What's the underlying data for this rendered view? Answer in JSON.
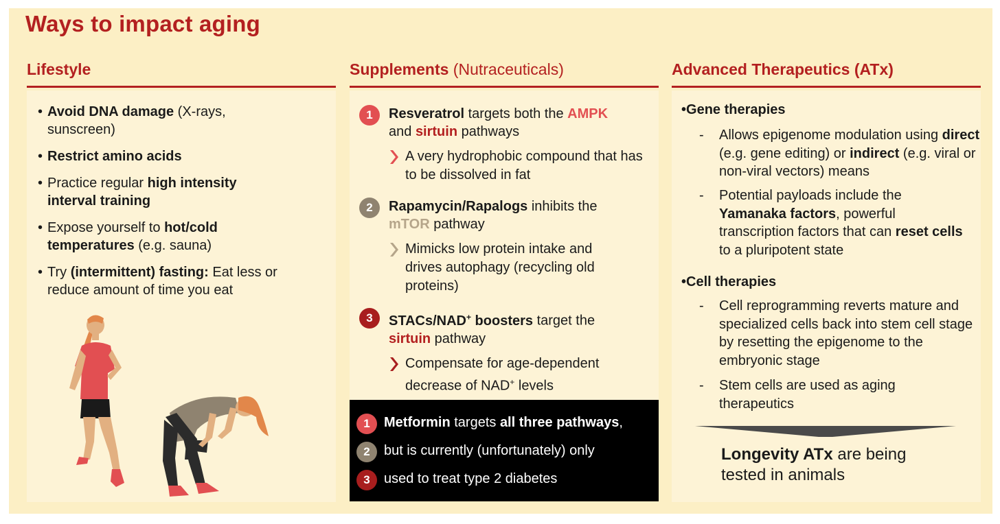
{
  "title": "Ways to impact aging",
  "colors": {
    "accent": "#b32020",
    "pink": "#e24f52",
    "taupe": "#8f8370",
    "background": "#fcefc5"
  },
  "lifestyle": {
    "header": "Lifestyle",
    "items": [
      {
        "bold": "Avoid DNA damage",
        "rest": " (X-rays, sunscreen)"
      },
      {
        "bold": "Restrict amino acids",
        "rest": ""
      },
      {
        "pre": "Practice regular ",
        "bold": "high intensity interval training",
        "rest": ""
      },
      {
        "pre": "Expose yourself to ",
        "bold": "hot/cold temperatures",
        "rest": " (e.g. sauna)"
      },
      {
        "pre": "Try ",
        "bold": "(intermittent) fasting:",
        "rest": " Eat less or reduce amount of time you eat"
      }
    ],
    "illustration_icons": [
      "running-woman-icon",
      "exhausted-woman-icon"
    ]
  },
  "supplements": {
    "header_bold": "Supplements",
    "header_light": " (Nutraceuticals)",
    "items": [
      {
        "num": "1",
        "name": "Resveratrol",
        "t1": " targets both the ",
        "h1": "AMPK",
        "t2": " and ",
        "h2": "sirtuin",
        "t3": " pathways",
        "sub": "A very hydrophobic compound that has to be dissolved in fat"
      },
      {
        "num": "2",
        "name": "Rapamycin/Rapalogs",
        "t1": " inhibits the ",
        "h1": "mTOR",
        "t2": " pathway",
        "sub": "Mimicks low protein intake and drives autophagy (recycling old proteins)"
      },
      {
        "num": "3",
        "name_pre": "STACs/NAD",
        "name_sup": "+",
        "name_post": " boosters",
        "t1": " target the ",
        "h1": "sirtuin",
        "t2": " pathway",
        "sub_pre": "Compensate for age-dependent decrease of NAD",
        "sub_sup": "+",
        "sub_post": " levels"
      }
    ],
    "metformin": {
      "row1_bold": "Metformin",
      "row1_mid": " targets ",
      "row1_bold2": "all three pathways",
      "row1_end": ",",
      "row2": "but is currently (unfortunately) only",
      "row3": "used to treat type 2 diabetes",
      "nums": [
        "1",
        "2",
        "3"
      ]
    }
  },
  "atx": {
    "header": "Advanced Therapeutics (ATx)",
    "gene_head": "Gene therapies",
    "gene_sub1": {
      "t1": "Allows epigenome modulation using ",
      "b1": "direct",
      "t2": " (e.g. gene editing) or ",
      "b2": "indirect",
      "t3": " (e.g. viral or non-viral vectors) means"
    },
    "gene_sub2": {
      "t1": "Potential payloads include the ",
      "b1": "Yamanaka factors",
      "t2": ", powerful transcription factors that can ",
      "b2": "reset cells",
      "t3": " to a pluripotent state"
    },
    "cell_head": "Cell therapies",
    "cell_sub1": "Cell reprogramming reverts mature and specialized cells back into stem cell stage by resetting the epigenome to the embryonic stage",
    "cell_sub2": "Stem cells are used as aging therapeutics",
    "dash": "-",
    "longevity_bold": "Longevity ATx",
    "longevity_rest": " are being tested in animals"
  }
}
